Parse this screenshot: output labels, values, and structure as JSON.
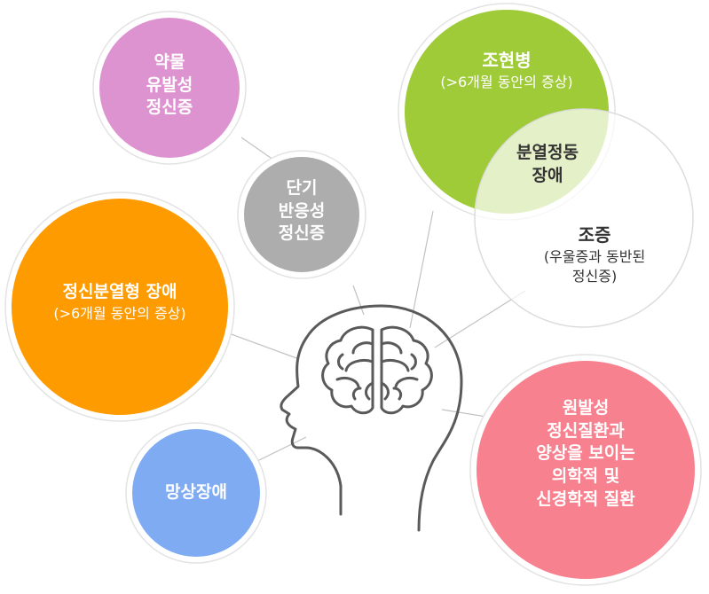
{
  "colors": {
    "pink": "#de93d1",
    "gray": "#adadad",
    "green": "#9fcb39",
    "white_ring": "#ffffff",
    "orange": "#fd9b00",
    "blue": "#7fabf3",
    "rose": "#f8818f",
    "line": "#c2c2c2",
    "outline": "#5a5a5a"
  },
  "nodes": {
    "drug": {
      "lines": [
        "약물",
        "유발성",
        "정신증"
      ]
    },
    "brief": {
      "lines": [
        "단기",
        "반응성",
        "정신증"
      ]
    },
    "schizophreniform": {
      "title": "조현병",
      "sub": "(>6개월 동안의 증상)"
    },
    "schizoaffective": {
      "lines": [
        "분열정동",
        "장애"
      ]
    },
    "mood": {
      "title": "조증",
      "sub_lines": [
        "(우울증과 동반된",
        "정신증)"
      ]
    },
    "schizophreniform_short": {
      "title": "정신분열형 장애",
      "sub": "(>6개월 동안의 증상)"
    },
    "delusional": {
      "title": "망상장애"
    },
    "medical": {
      "lines": [
        "원발성",
        "정신질환과",
        "양상을 보이는",
        "의학적 및",
        "신경학적 질환"
      ]
    }
  },
  "center_icon": "head-with-brain-icon"
}
